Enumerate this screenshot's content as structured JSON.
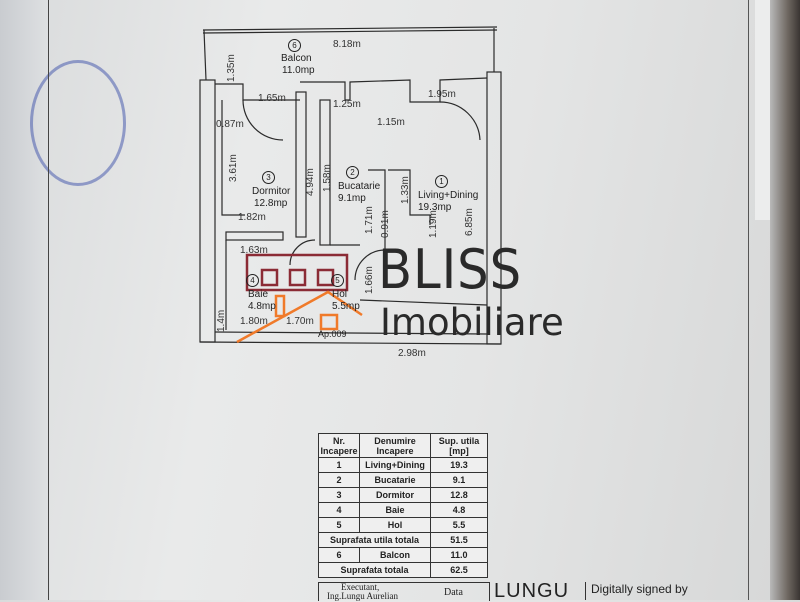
{
  "plan": {
    "rooms": [
      {
        "nr": "6",
        "name": "Balcon",
        "area": "11.0mp"
      },
      {
        "nr": "3",
        "name": "Dormitor",
        "area": "12.8mp"
      },
      {
        "nr": "2",
        "name": "Bucatarie",
        "area": "9.1mp"
      },
      {
        "nr": "1",
        "name": "Living+Dining",
        "area": "19.3mp"
      },
      {
        "nr": "4",
        "name": "Baie",
        "area": "4.8mp"
      },
      {
        "nr": "5",
        "name": "Hol",
        "area": "5.5mp"
      }
    ],
    "dimensions": [
      "8.18m",
      "1.35m",
      "1.65m",
      "1.25m",
      "1.95m",
      "1.15m",
      "0.87m",
      "3.61m",
      "4.94m",
      "1.58m",
      "1.71m",
      "1.33m",
      "6.85m",
      "1.82m",
      "1.63m",
      "0.91m",
      "1.19m",
      "1.4m",
      "1.80m",
      "1.70m",
      "2.98m",
      "1.66m"
    ],
    "apartment": "Ap.009"
  },
  "logo": {
    "line1": "BLISS",
    "line2": "Imobiliare",
    "colors": {
      "maroon": "#8b2b35",
      "orange": "#f07a2a"
    }
  },
  "table": {
    "headers": [
      "Nr. Incapere",
      "Denumire Incapere",
      "Sup. utila [mp]"
    ],
    "rows": [
      [
        "1",
        "Living+Dining",
        "19.3"
      ],
      [
        "2",
        "Bucatarie",
        "9.1"
      ],
      [
        "3",
        "Dormitor",
        "12.8"
      ],
      [
        "4",
        "Baie",
        "4.8"
      ],
      [
        "5",
        "Hol",
        "5.5"
      ]
    ],
    "subtotal_label": "Suprafata utila totala",
    "subtotal": "51.5",
    "balcony": [
      "6",
      "Balcon",
      "11.0"
    ],
    "total_label": "Suprafata totala",
    "total": "62.5",
    "executant": "Executant,",
    "engineer": "Ing.Lungu Aurelian",
    "date_label": "Data"
  },
  "footer": {
    "name": "LUNGU",
    "signed": "Digitally signed by"
  }
}
